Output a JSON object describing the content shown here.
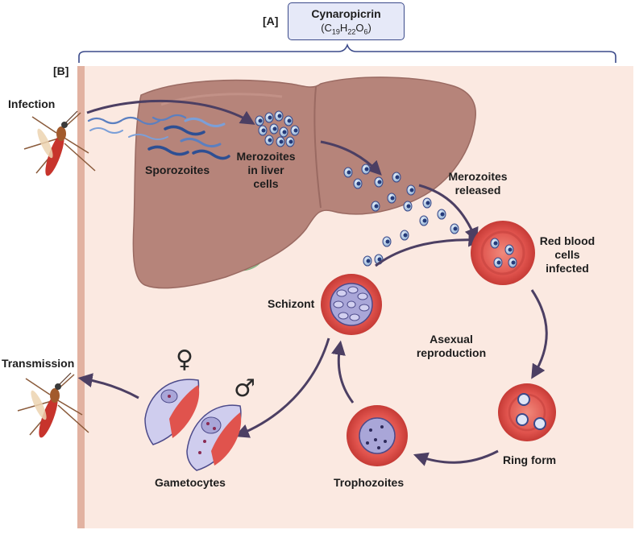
{
  "header": {
    "panel_a_label": "[A]",
    "compound_name": "Cynaropicrin",
    "compound_formula": "(C19H22O6)"
  },
  "panel_b_label": "[B]",
  "labels": {
    "infection": "Infection",
    "transmission": "Transmission",
    "sporozoites": "Sporozoites",
    "merozoites_liver_1": "Merozoites",
    "merozoites_liver_2": "in liver",
    "merozoites_liver_3": "cells",
    "merozoites_released_1": "Merozoites",
    "merozoites_released_2": "released",
    "rbc_infected_1": "Red blood",
    "rbc_infected_2": "cells",
    "rbc_infected_3": "infected",
    "schizont": "Schizont",
    "asexual_1": "Asexual",
    "asexual_2": "reproduction",
    "ring_form": "Ring form",
    "trophozoites": "Trophozoites",
    "gametocytes": "Gametocytes",
    "female_symbol": "♀",
    "male_symbol": "♂"
  },
  "colors": {
    "panel_bg": "#fbe9e1",
    "panel_edge": "#e2b2a1",
    "liver": "#b6847a",
    "gallbladder": "#9fcf9e",
    "rbc": "#e0534d",
    "parasite": "#a9a6d8",
    "arrow": "#4c3f63"
  }
}
